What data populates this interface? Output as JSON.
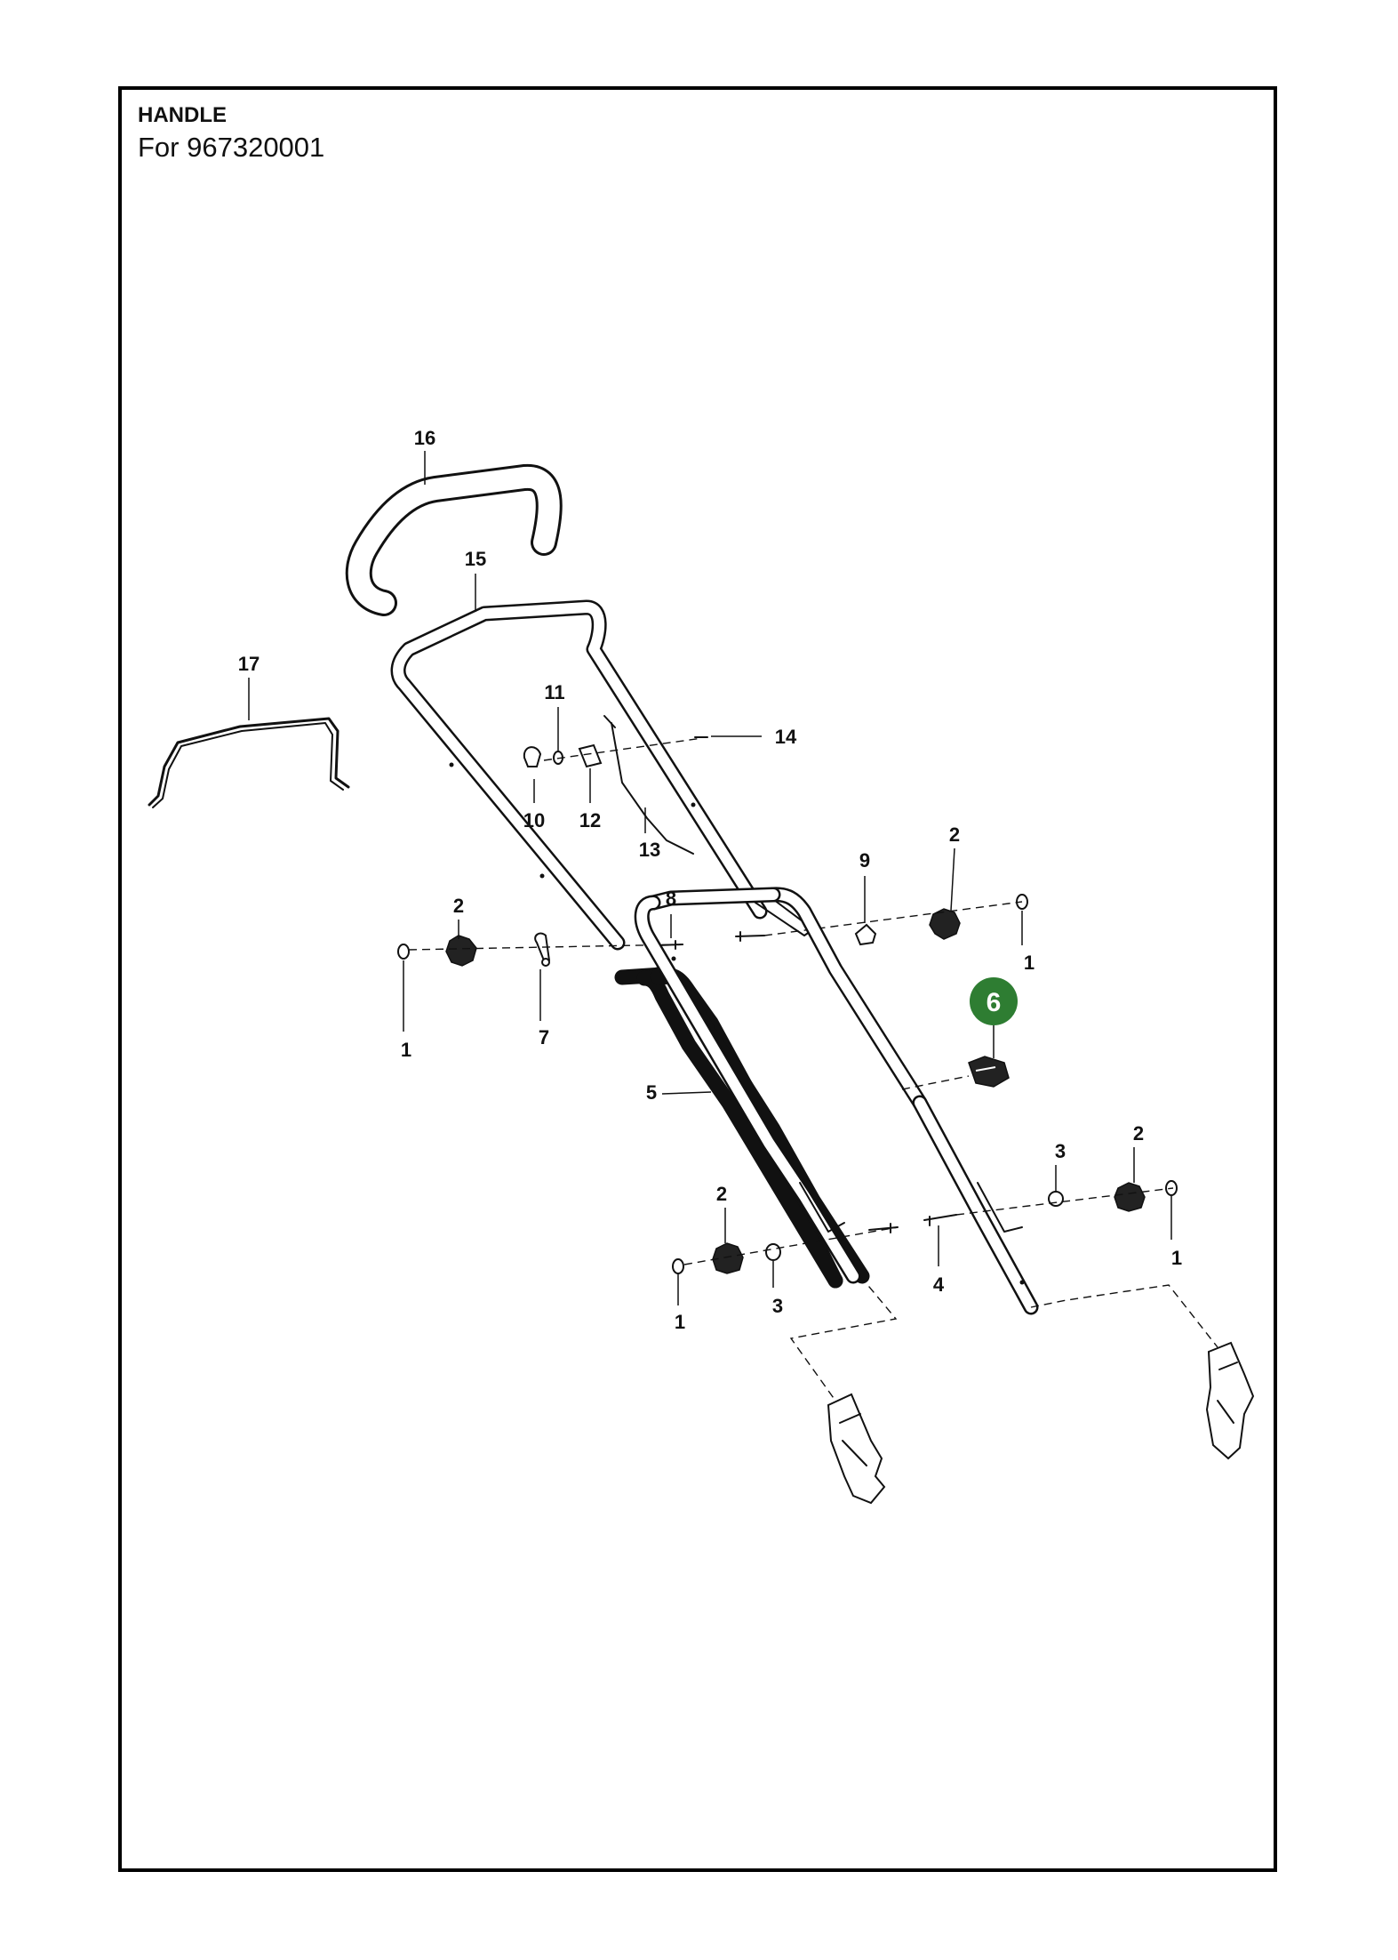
{
  "header": {
    "title": "HANDLE",
    "subtitle": "For 967320001"
  },
  "callouts": {
    "p1a": "1",
    "p1b": "1",
    "p1c": "1",
    "p1d": "1",
    "p2a": "2",
    "p2b": "2",
    "p2c": "2",
    "p2d": "2",
    "p3a": "3",
    "p3b": "3",
    "p4": "4",
    "p5": "5",
    "p6": "6",
    "p7": "7",
    "p8": "8",
    "p9": "9",
    "p10": "10",
    "p11": "11",
    "p12": "12",
    "p13": "13",
    "p14": "14",
    "p15": "15",
    "p16": "16",
    "p17": "17"
  },
  "colors": {
    "highlight": "#2e7d32",
    "line": "#111111",
    "frame": "#000000"
  }
}
